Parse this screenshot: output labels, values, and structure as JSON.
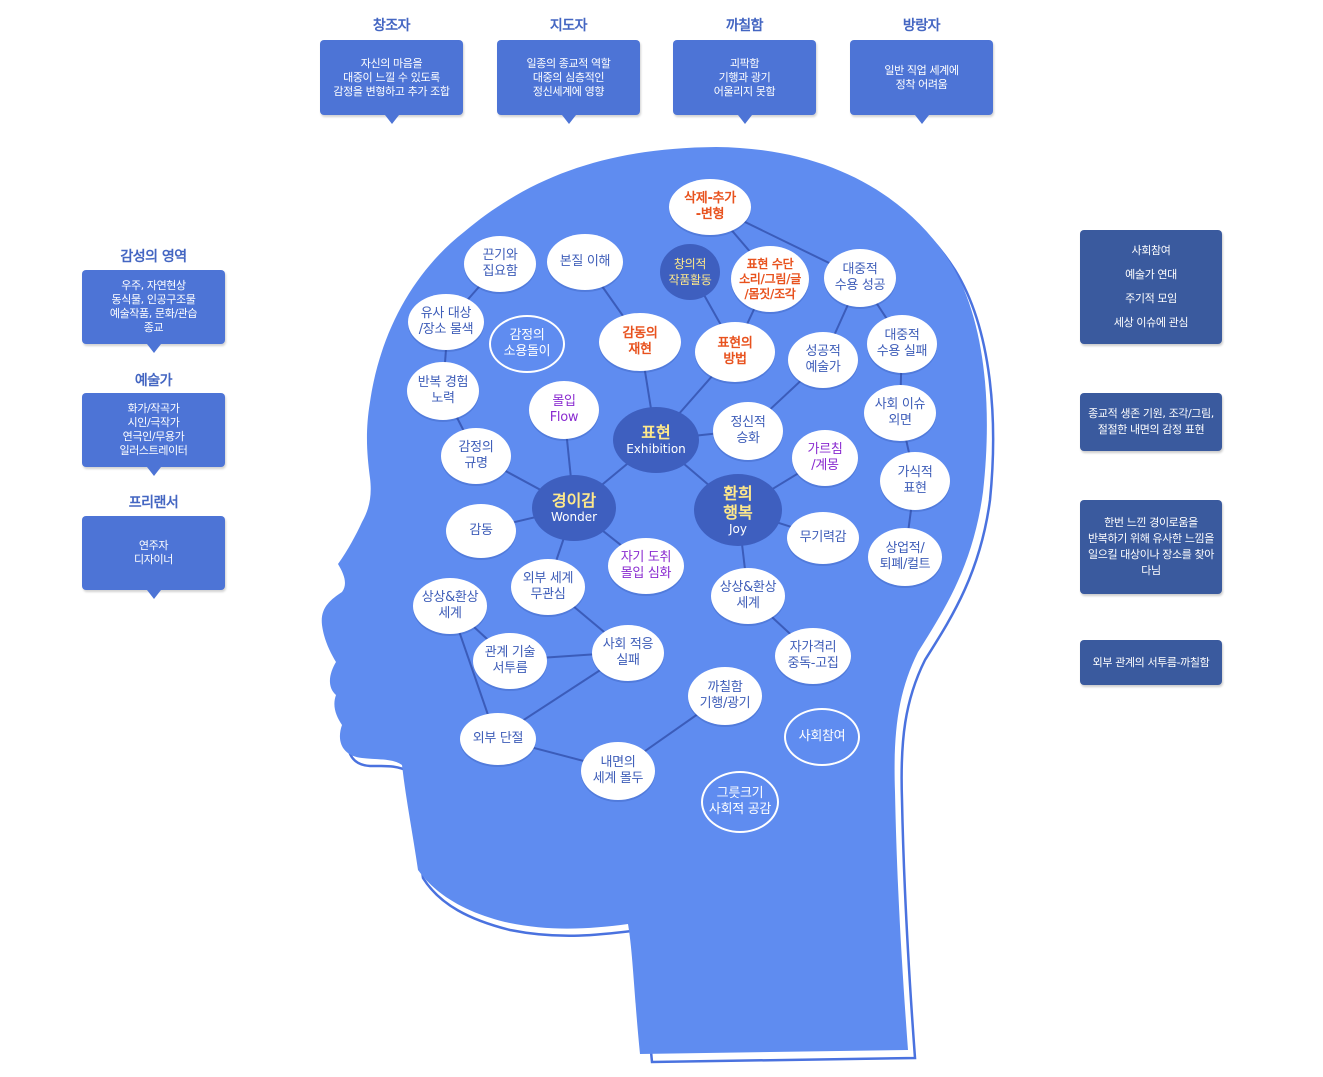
{
  "top": [
    {
      "title": "창조자",
      "text": "자신의 마음을\n대중이 느낄 수 있도록\n감정을 변형하고 추가 조합"
    },
    {
      "title": "지도자",
      "text": "일종의 종교적 역할\n대중의 심층적인\n정신세계에 영향"
    },
    {
      "title": "까칠함",
      "text": "괴팍함\n기행과 광기\n어울리지 못함"
    },
    {
      "title": "방랑자",
      "text": "일반 직업 세계에\n정착 어려움"
    }
  ],
  "left": [
    {
      "title": "감성의 영역",
      "text": "우주, 자연현상\n동식물, 인공구조물\n예술작품, 문화/관습\n종교"
    },
    {
      "title": "예술가",
      "text": "화가/작곡가\n시인/극작가\n연극인/무용가\n일러스트레이터"
    },
    {
      "title": "프리랜서",
      "text": "연주자\n디자이너"
    }
  ],
  "right": [
    "사회참여\n예술가 연대\n주기적 모임\n세상 이슈에 관심",
    "종교적 생존 기원, 조각/그림,\n절절한 내면의 감정 표현",
    "한번 느낀 경이로움을\n반복하기 위해 유사한 느낌을\n일으킬 대상이나 장소를 찾아\n다님",
    "외부 관계의 서투름-까칠함"
  ],
  "hubs": {
    "express": {
      "ko": "표현",
      "en": "Exhibition"
    },
    "wonder": {
      "ko": "경이감",
      "en": "Wonder"
    },
    "joy": {
      "ko": "환희\n행복",
      "en": "Joy"
    }
  },
  "nodes": {
    "del_add": "삭제-추가\n-변형",
    "creative": "창의적\n작품활동",
    "means": "표현 수단\n소리/그림/글\n/몸짓/조각",
    "popular_success": "대중적\n수용 성공",
    "grit": "끈기와\n집요함",
    "essence": "본질 이해",
    "similar": "유사 대상\n/장소 물색",
    "whirl": "감정의\n소용돌이",
    "reproduce": "감동의\n재현",
    "method": "표현의\n방법",
    "success_artist": "성공적\n예술가",
    "popular_fail": "대중적\n수용 실패",
    "repeat": "반복 경험\n노력",
    "flow": "몰입\nFlow",
    "sublime": "정신적\n승화",
    "social_issue": "사회 이슈\n외면",
    "define": "감정의\n규명",
    "teach": "가르침\n/계몽",
    "visual": "가식적\n표현",
    "moved": "감동",
    "self": "자기 도취\n몰입 심화",
    "lethargy": "무기력감",
    "commercial": "상업적/\n퇴폐/컬트",
    "outside": "외부 세계\n무관심",
    "imag_l": "상상&환상\n세계",
    "imag_r": "상상&환상\n세계",
    "relation": "관계 기술\n서투름",
    "adapt": "사회 적응\n실패",
    "isolate": "자가격리\n중독-고집",
    "rough": "까칠함\n기행/광기",
    "disconnect": "외부 단절",
    "inner": "내면의\n세계 몰두",
    "participation": "사회참여",
    "empathy": "그릇크기\n사회적 공감"
  },
  "colors": {
    "head_fill": "#5f8cf0",
    "head_outline": "#4a72df",
    "box_blue": "#4d74d6",
    "box_navy": "#3a5a9e",
    "hub": "#3e5fbf",
    "title": "#4466c2",
    "orange": "#e8521e",
    "purple": "#8a2bd0",
    "yellow": "#ffe98a"
  }
}
